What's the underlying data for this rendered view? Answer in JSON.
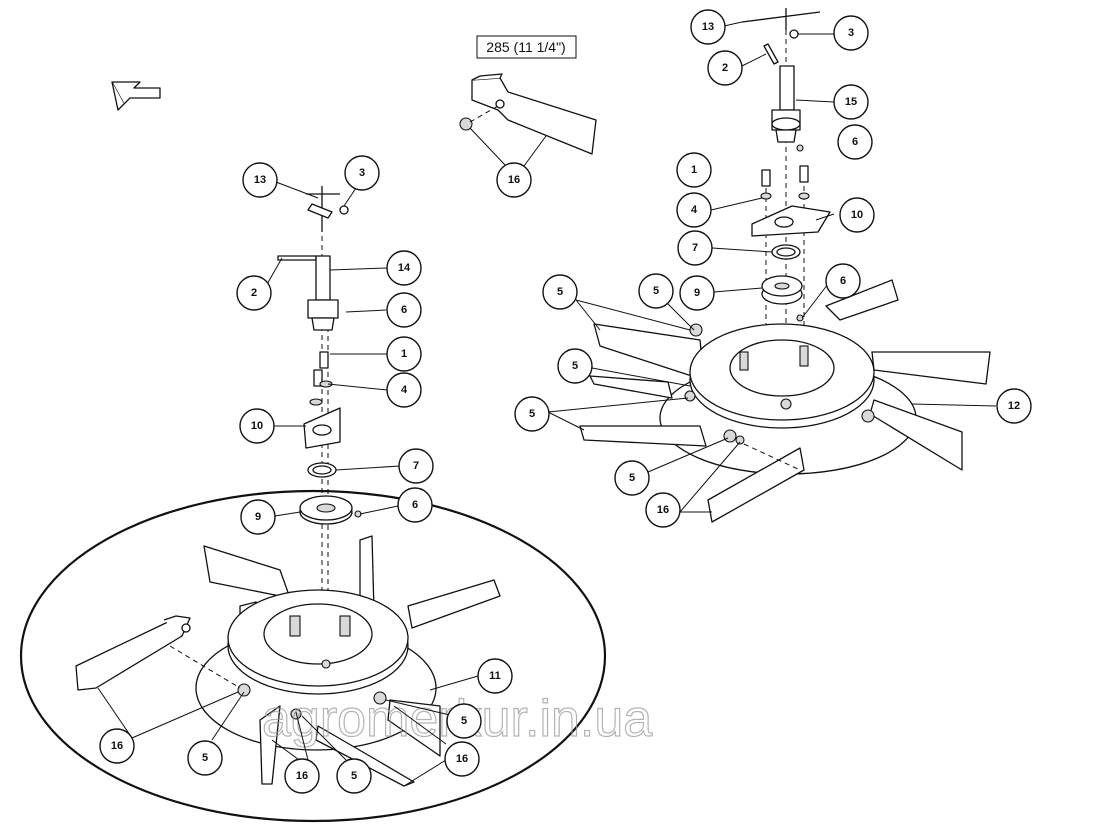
{
  "size_box": {
    "label": "285 (11 1/4\")"
  },
  "watermark": {
    "text": "agromerkur.in.ua"
  },
  "callouts": {
    "left": [
      "13",
      "3",
      "14",
      "2",
      "6",
      "1",
      "4",
      "10",
      "7",
      "9",
      "6",
      "11",
      "16",
      "5",
      "16",
      "5",
      "5",
      "16"
    ],
    "top_middle": [
      "16"
    ],
    "right": [
      "13",
      "3",
      "2",
      "15",
      "6",
      "1",
      "4",
      "10",
      "7",
      "9",
      "6",
      "5",
      "5",
      "5",
      "5",
      "12",
      "5",
      "16"
    ]
  },
  "colors": {
    "line": "#111111",
    "paper": "#ffffff",
    "shade": "#d9d9d9",
    "watermark": "#9a9a9a"
  },
  "icons": {
    "orientation_arrow": "arrow-up-left-icon"
  }
}
